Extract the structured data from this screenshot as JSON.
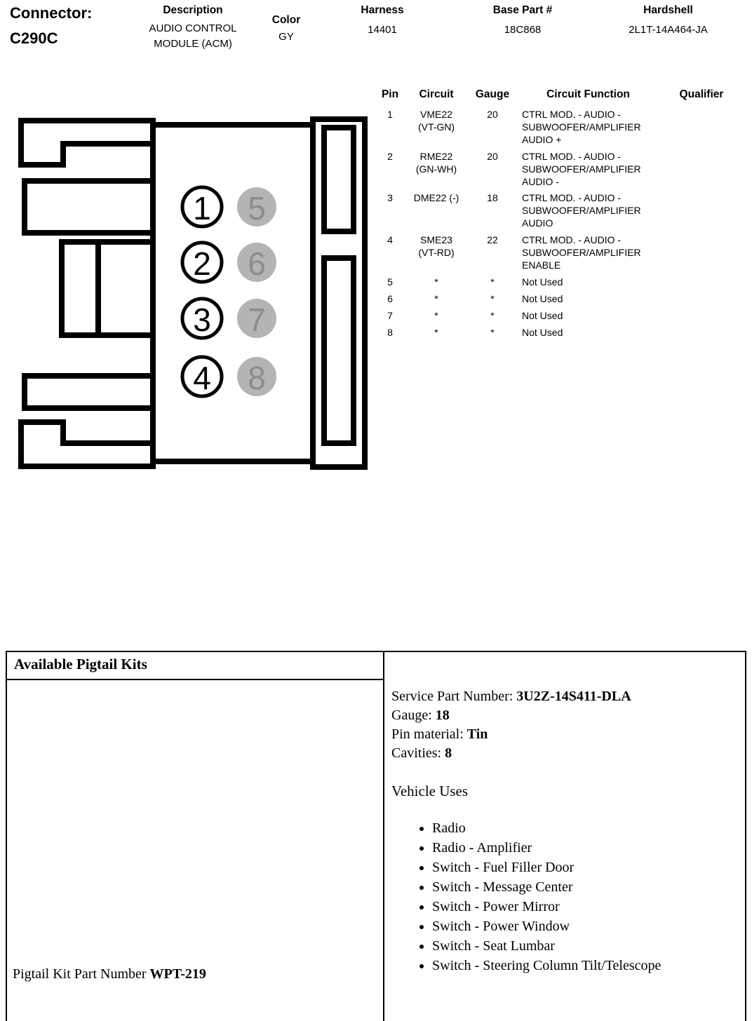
{
  "header": {
    "connector_label": "Connector:",
    "connector_id": "C290C",
    "description_label": "Description",
    "description_value": "AUDIO CONTROL MODULE (ACM)",
    "color_label": "Color",
    "color_value": "GY",
    "harness_label": "Harness",
    "harness_value": "14401",
    "base_part_label": "Base Part #",
    "base_part_value": "18C868",
    "hardshell_label": "Hardshell",
    "hardshell_value": "2L1T-14A464-JA"
  },
  "diagram": {
    "white_pins": [
      "1",
      "2",
      "3",
      "4"
    ],
    "gray_pins": [
      "5",
      "6",
      "7",
      "8"
    ],
    "gray_fill": "#b4b4b4",
    "gray_number_color": "#8c8c8c",
    "outline_color": "#000000"
  },
  "pin_table": {
    "headers": {
      "pin": "Pin",
      "circuit": "Circuit",
      "gauge": "Gauge",
      "function": "Circuit Function",
      "qualifier": "Qualifier"
    },
    "rows": [
      {
        "pin": "1",
        "circuit": [
          "VME22",
          "(VT-GN)"
        ],
        "gauge": "20",
        "function": "CTRL MOD. - AUDIO - SUBWOOFER/AMPLIFIER AUDIO +",
        "qualifier": ""
      },
      {
        "pin": "2",
        "circuit": [
          "RME22",
          "(GN-WH)"
        ],
        "gauge": "20",
        "function": "CTRL MOD. - AUDIO - SUBWOOFER/AMPLIFIER AUDIO -",
        "qualifier": ""
      },
      {
        "pin": "3",
        "circuit": [
          "DME22 (-)"
        ],
        "gauge": "18",
        "function": "CTRL MOD. - AUDIO - SUBWOOFER/AMPLIFIER AUDIO",
        "qualifier": ""
      },
      {
        "pin": "4",
        "circuit": [
          "SME23",
          "(VT-RD)"
        ],
        "gauge": "22",
        "function": "CTRL MOD. - AUDIO - SUBWOOFER/AMPLIFIER ENABLE",
        "qualifier": ""
      },
      {
        "pin": "5",
        "circuit": [
          "*"
        ],
        "gauge": "*",
        "function": "Not Used",
        "qualifier": ""
      },
      {
        "pin": "6",
        "circuit": [
          "*"
        ],
        "gauge": "*",
        "function": "Not Used",
        "qualifier": ""
      },
      {
        "pin": "7",
        "circuit": [
          "*"
        ],
        "gauge": "*",
        "function": "Not Used",
        "qualifier": ""
      },
      {
        "pin": "8",
        "circuit": [
          "*"
        ],
        "gauge": "*",
        "function": "Not Used",
        "qualifier": ""
      }
    ]
  },
  "pigtail": {
    "title": "Available Pigtail Kits",
    "part_label": "Pigtail Kit Part Number ",
    "part_number": "WPT-219",
    "service_lines": [
      {
        "label": "Service Part Number: ",
        "value": "3U2Z-14S411-DLA"
      },
      {
        "label": "Gauge: ",
        "value": "18"
      },
      {
        "label": "Pin material: ",
        "value": "Tin"
      },
      {
        "label": "Cavities: ",
        "value": "8"
      }
    ],
    "vehicle_uses_title": "Vehicle Uses",
    "vehicle_uses": [
      "Radio",
      "Radio - Amplifier",
      "Switch - Fuel Filler Door",
      "Switch - Message Center",
      "Switch - Power Mirror",
      "Switch - Power Window",
      "Switch - Seat Lumbar",
      "Switch - Steering Column Tilt/Telescope"
    ]
  }
}
